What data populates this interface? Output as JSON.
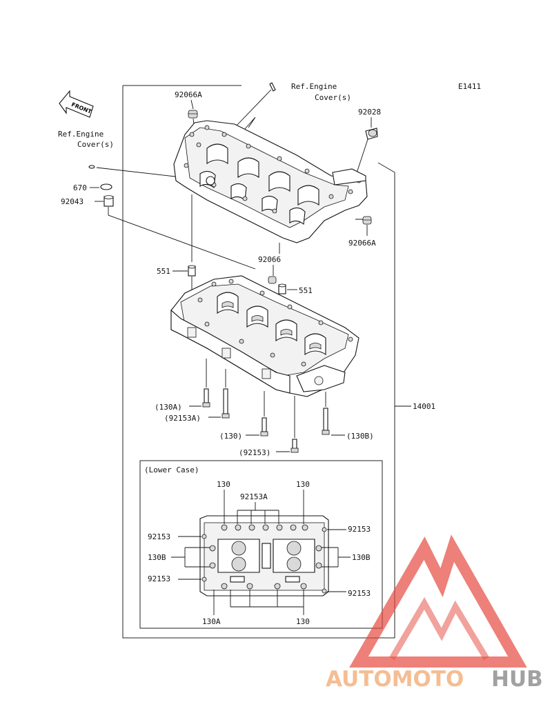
{
  "diagram_code": "E1411",
  "front_label": "FRONT",
  "ref_engine_top": [
    "Ref.Engine",
    "Cover(s)"
  ],
  "ref_engine_left": [
    "Ref.Engine",
    "Cover(s)"
  ],
  "parts": {
    "p92066A_top": "92066A",
    "p92028": "92028",
    "p670": "670",
    "p92043": "92043",
    "p92066A_right": "92066A",
    "p92066": "92066",
    "p551_left": "551",
    "p551_right": "551",
    "p130A": "(130A)",
    "p92153A": "(92153A)",
    "p130": "(130)",
    "p92153": "(92153)",
    "p130B": "(130B)",
    "p14001": "14001"
  },
  "lower_case": {
    "title": "(Lower Case)",
    "c130_tl": "130",
    "c130_tr": "130",
    "c92153A": "92153A",
    "c92153_l1": "92153",
    "c92153_r1": "92153",
    "c130B_l": "130B",
    "c130B_r": "130B",
    "c92153_l2": "92153",
    "c92153_r2": "92153",
    "c130A_b": "130A",
    "c130_b": "130"
  },
  "watermark": {
    "auto": "AUTOMOTO",
    "hub": "HUB"
  },
  "colors": {
    "logo_red": "#e4473c",
    "logo_pale": "#f5b88a",
    "logo_gray": "#9a9a9a"
  }
}
